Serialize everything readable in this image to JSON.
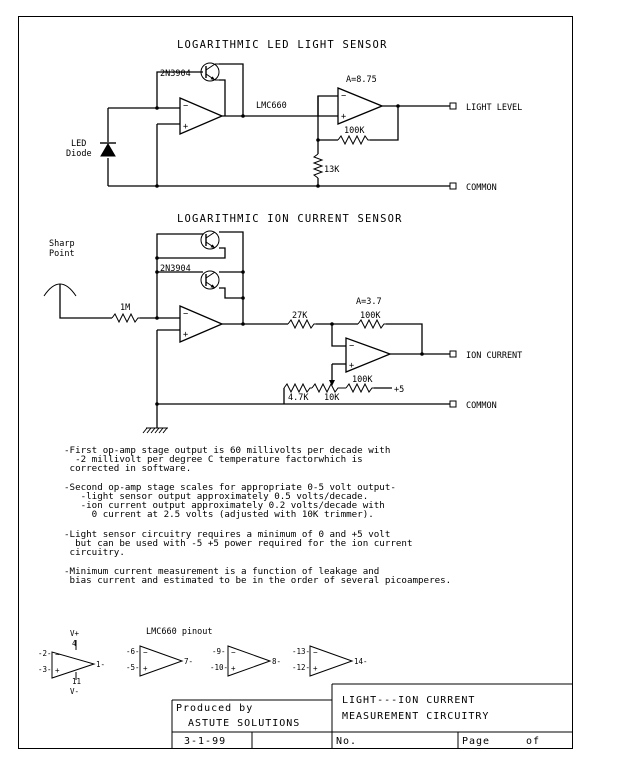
{
  "led_sensor": {
    "title": "LOGARITHMIC LED LIGHT SENSOR",
    "transistor": "2N3904",
    "opamp": "LMC660",
    "gain": "A=8.75",
    "feedback_resistor": "100K",
    "divider_resistor": "13K",
    "diode_label_1": "LED",
    "diode_label_2": "Diode",
    "output_label": "LIGHT LEVEL",
    "common_label": "COMMON"
  },
  "ion_sensor": {
    "title": "LOGARITHMIC ION CURRENT SENSOR",
    "sharp_label_1": "Sharp",
    "sharp_label_2": "Point",
    "input_resistor": "1M",
    "transistor": "2N3904",
    "gain": "A=3.7",
    "series_resistor": "27K",
    "feedback_resistor": "100K",
    "offset_resistor": "100K",
    "trim_resistor_a": "4.7K",
    "trimmer": "10K",
    "supply": "+5",
    "output_label": "ION CURRENT",
    "common_label": "COMMON"
  },
  "notes": [
    [
      "-First op-amp stage output is 60 millivolts per decade with",
      "  -2 millivolt per degree C temperature factorwhich is",
      " corrected in software."
    ],
    [
      "-Second op-amp stage scales for appropriate 0-5 volt output-",
      "   -light sensor output approximately 0.5 volts/decade.",
      "   -ion current output approximately 0.2 volts/decade with",
      "     0 current at 2.5 volts (adjusted with 10K trimmer)."
    ],
    [
      "-Light sensor circuitry requires a minimum of 0 and +5 volt",
      "  but can be used with -5 +5 power required for the ion current",
      " circuitry."
    ],
    [
      "-Minimum current measurement is a function of leakage and",
      " bias current and estimated to be in the order of several picoamperes."
    ]
  ],
  "pinout": {
    "title": "LMC660 pinout",
    "vplus": "V+",
    "vminus": "V-",
    "pin_v_plus": "4",
    "pin_v_minus": "11",
    "amps": [
      {
        "inv": "-2-",
        "non": "-3-",
        "out": "1-"
      },
      {
        "inv": "-6-",
        "non": "-5-",
        "out": "7-"
      },
      {
        "inv": "-9-",
        "non": "-10-",
        "out": "8-"
      },
      {
        "inv": "-13-",
        "non": "-12-",
        "out": "14-"
      }
    ]
  },
  "title_block": {
    "produced_by": "Produced by",
    "company": "ASTUTE SOLUTIONS",
    "title_line_1": "LIGHT---ION CURRENT",
    "title_line_2": "MEASUREMENT CIRCUITRY",
    "date": "3-1-99",
    "no_label": "No.",
    "page_label": "Page",
    "of_label": "of"
  }
}
